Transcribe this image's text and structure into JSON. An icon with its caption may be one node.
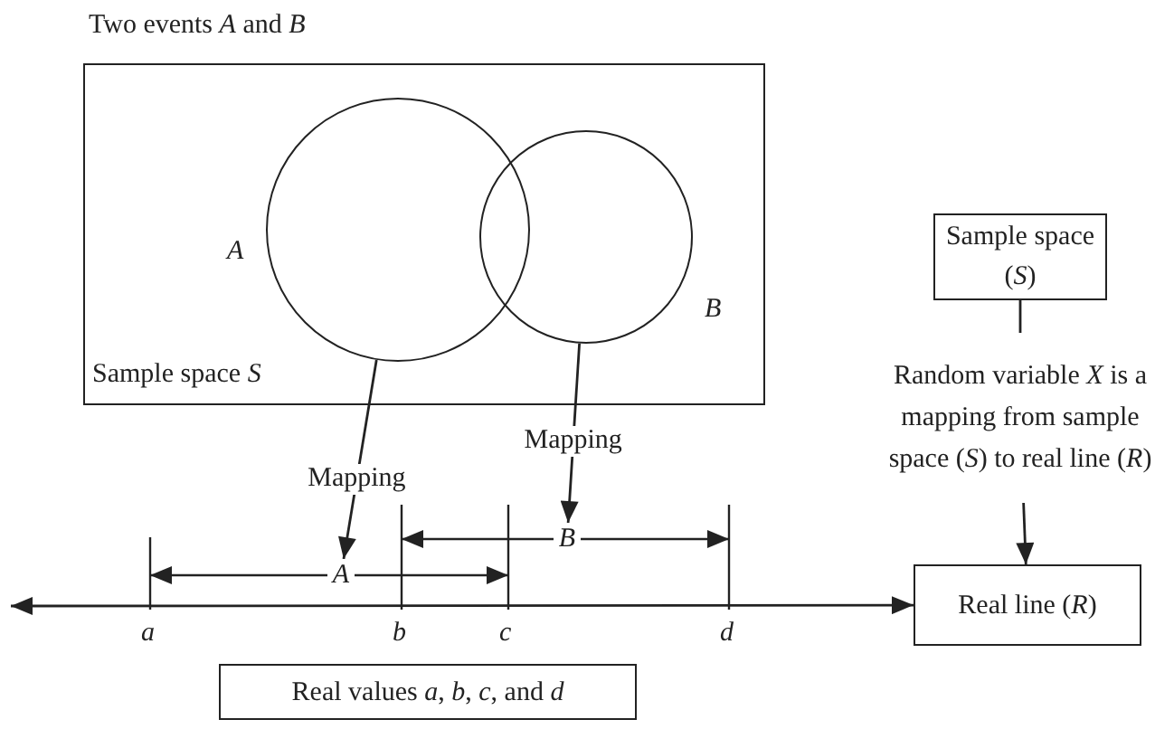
{
  "diagram": {
    "nodes": [
      {
        "text": [
          "Two events *A* and *B*",
          "Sample space *S*"
        ]
      },
      {
        "text": [
          "A"
        ],
        "in": 0
      },
      {
        "text": [
          "B"
        ],
        "in": 0
      },
      {
        "text": [
          "A"
        ]
      },
      {
        "text": [
          "B"
        ]
      },
      {
        "text": [
          "Real values *a*, *b*, *c*, and *d*"
        ]
      },
      {
        "text": [
          "Sample space (*S*)"
        ]
      },
      {
        "text": [
          "Random variable *X* is a mapping from sample space (*S*) to real line (*R*)"
        ]
      },
      {
        "text": [
          "Real line (*R*)"
        ]
      }
    ],
    "edges": [
      {
        "from": 1,
        "to": 3,
        "arrow": "to",
        "label": "Mapping"
      },
      {
        "from": 2,
        "to": 4,
        "arrow": "to",
        "label": "Mapping"
      },
      {
        "from": 6,
        "to": 7,
        "arrow": "none"
      },
      {
        "from": 7,
        "to": 8,
        "arrow": "to"
      },
      {
        "from": null,
        "to": 8,
        "arrow": "both"
      }
    ],
    "labels": [
      "a",
      "b",
      "c",
      "d"
    ]
  }
}
